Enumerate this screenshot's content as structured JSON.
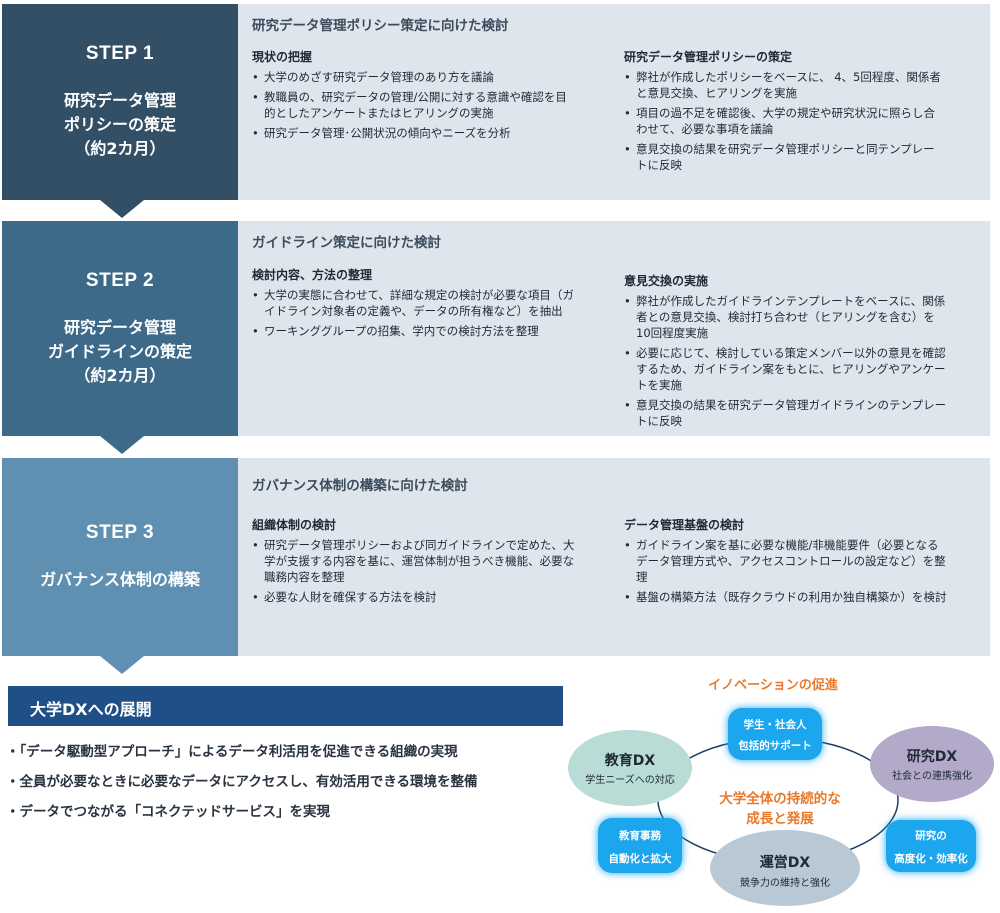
{
  "steps": [
    {
      "label": "STEP 1",
      "title_lines": [
        "研究データ管理",
        "ポリシーの策定",
        "（約2カ月）"
      ],
      "section_title": "研究データ管理ポリシー策定に向けた検討",
      "left_col": {
        "title": "現状の把握",
        "items": [
          "大学のめざす研究データ管理のあり方を議論",
          "教職員の、研究データの管理/公開に対する意識や確認を目的としたアンケートまたはヒアリングの実施",
          "研究データ管理･公開状況の傾向やニーズを分析"
        ]
      },
      "right_col": {
        "title": "研究データ管理ポリシーの策定",
        "items": [
          "弊社が作成したポリシーをベースに、 4、5回程度、関係者と意見交換、ヒアリングを実施",
          "項目の過不足を確認後、大学の規定や研究状況に照らし合わせて、必要な事項を議論",
          "意見交換の結果を研究データ管理ポリシーと同テンプレートに反映"
        ]
      }
    },
    {
      "label": "STEP 2",
      "title_lines": [
        "研究データ管理",
        "ガイドラインの策定",
        "（約2カ月）"
      ],
      "section_title": "ガイドライン策定に向けた検討",
      "left_col": {
        "title": "検討内容、方法の整理",
        "items": [
          "大学の実態に合わせて、詳細な規定の検討が必要な項目（ガイドライン対象者の定義や、データの所有権など）を抽出",
          "ワーキンググループの招集、学内での検討方法を整理"
        ]
      },
      "right_col": {
        "title": "意見交換の実施",
        "items": [
          "弊社が作成したガイドラインテンプレートをベースに、関係者との意見交換、検討打ち合わせ（ヒアリングを含む）を10回程度実施",
          "必要に応じて、検討している策定メンバー以外の意見を確認するため、ガイドライン案をもとに、ヒアリングやアンケートを実施",
          "意見交換の結果を研究データ管理ガイドラインのテンプレートに反映"
        ]
      }
    },
    {
      "label": "STEP 3",
      "title_lines": [
        "ガバナンス体制の構築"
      ],
      "section_title": "ガバナンス体制の構築に向けた検討",
      "left_col": {
        "title": "組織体制の検討",
        "items": [
          "研究データ管理ポリシーおよび同ガイドラインで定めた、大学が支援する内容を基に、運営体制が担うべき機能、必要な職務内容を整理",
          "必要な人財を確保する方法を検討"
        ]
      },
      "right_col": {
        "title": "データ管理基盤の検討",
        "items": [
          "ガイドライン案を基に必要な機能/非機能要件（必要となるデータ管理方式や、アクセスコントロールの設定など）を整理",
          "基盤の構築方法（既存クラウドの利用か独自構築か）を検討"
        ]
      }
    }
  ],
  "dx": {
    "header": "大学DXへの展開",
    "items": [
      "「データ駆動型アプローチ」によるデータ利活用を促進できる組織の実現",
      "全員が必要なときに必要なデータにアクセスし、有効活用できる環境を整備",
      "データでつながる「コネクテッドサービス」を実現"
    ]
  },
  "diagram": {
    "innovation_label": "イノベーションの促進",
    "center_lines": [
      "大学全体の持続的な",
      "成長と発展"
    ],
    "nodes": {
      "education": {
        "title": "教育DX",
        "subtitle": "学生ニーズへの対応"
      },
      "research": {
        "title": "研究DX",
        "subtitle": "社会との連携強化"
      },
      "operations": {
        "title": "運営DX",
        "subtitle": "競争力の維持と強化"
      }
    },
    "tags": {
      "student_top": "学生・社会人",
      "student_bottom": "包括的サポート",
      "admin_top": "教育事務",
      "admin_bottom": "自動化と拡大",
      "research_top": "研究の",
      "research_bottom": "高度化・効率化"
    }
  },
  "colors": {
    "step1": "#334f66",
    "step2": "#3e6a89",
    "step3": "#5f90b2",
    "panel": "#dfe5ed",
    "dx_header": "#1f4f86",
    "accent_orange": "#e8792a",
    "node_teal": "#b9dcd6",
    "node_purple": "#b3a9c9",
    "node_grey": "#b8c8d4",
    "tag_cyan": "#1aa6ee"
  }
}
